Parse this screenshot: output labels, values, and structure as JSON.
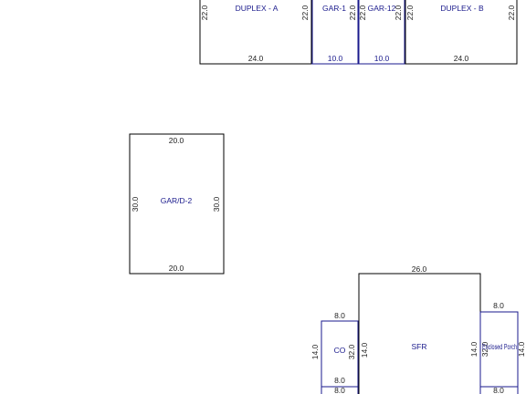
{
  "colors": {
    "black_outline": "#000000",
    "blue_outline": "#1a1a8c",
    "background": "#ffffff"
  },
  "duplex_a": {
    "name": "DUPLEX - A",
    "left": "22.0",
    "right": "22.0",
    "bottom": "24.0"
  },
  "gar_1": {
    "name": "GAR-1",
    "right": "22.0",
    "bottom": "10.0"
  },
  "gar_12": {
    "name": "GAR-12",
    "left": "22.0",
    "right": "22.0",
    "bottom": "10.0"
  },
  "duplex_b": {
    "name": "DUPLEX - B",
    "left": "22.0",
    "right": "22.0",
    "bottom": "24.0"
  },
  "gar_d2": {
    "name": "GAR/D-2",
    "top": "20.0",
    "bottom": "20.0",
    "left": "30.0",
    "right": "30.0"
  },
  "sfr": {
    "name": "SFR",
    "top": "26.0",
    "left": "14.0",
    "right": "14.0",
    "right_inner": "32.0"
  },
  "co": {
    "name": "CO",
    "top": "8.0",
    "bottom": "8.0",
    "bottom_next": "8.0",
    "left": "14.0",
    "right": "32.0"
  },
  "enclosed_porch": {
    "name": "Enclosed Porch",
    "top": "8.0",
    "bottom": "8.0",
    "left": "14.0"
  }
}
